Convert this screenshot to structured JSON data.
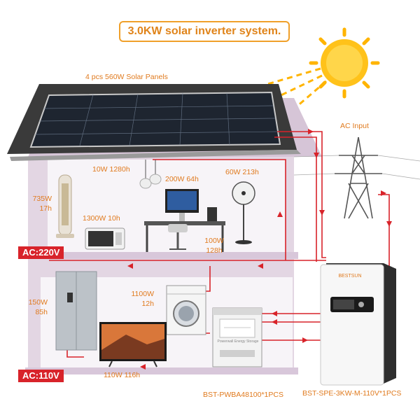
{
  "title": "3.0KW solar inverter system.",
  "panels_label": "4 pcs 560W Solar Panels",
  "ac_input_label": "AC Input",
  "voltage_upper": "AC:220V",
  "voltage_lower": "AC:110V",
  "appliances": {
    "tower_fan": {
      "watts": "735W",
      "hours": "17h"
    },
    "ceiling_lamp": {
      "label": "10W 1280h"
    },
    "monitor": {
      "label": "200W 64h"
    },
    "stand_fan": {
      "label": "60W 213h"
    },
    "microwave": {
      "label": "1300W 10h"
    },
    "speaker": {
      "watts": "100W",
      "hours": "128h"
    },
    "fridge": {
      "watts": "150W",
      "hours": "85h"
    },
    "washer": {
      "watts": "1100W",
      "hours": "12h"
    },
    "tv": {
      "label": "110W 116h"
    }
  },
  "battery": {
    "model": "BST-PWBA48100*1PCS",
    "panel_text": "Powerwall Energy Storage"
  },
  "inverter": {
    "model": "BST-SPE-3KW-M-110V*1PCS",
    "brand": "BESTSUN"
  },
  "colors": {
    "accent": "#e07a1e",
    "wire": "#d8232a",
    "house_wall": "#e3d6e3",
    "roof": "#2a2a2a",
    "sun": "#ffb400"
  }
}
